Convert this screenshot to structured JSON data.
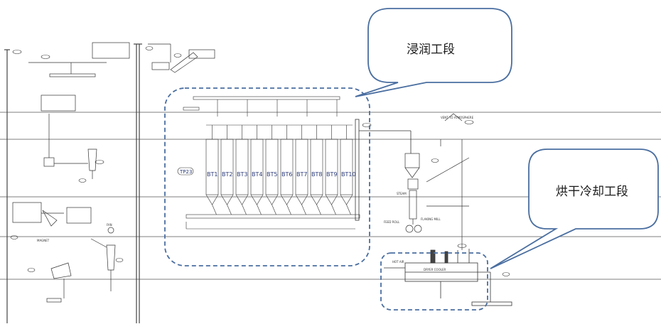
{
  "callouts": {
    "soaking": "浸润工段",
    "drying": "烘干冷却工段"
  },
  "labels": {
    "fan": "FAN",
    "steam": "STEAM",
    "bin_group": "TP23",
    "vent": "VENT TO ATMOSPHERE",
    "magnet": "MAGNET",
    "flaking": "FLAKING MILL",
    "feed": "FEED ROLL",
    "hot_air": "HOT AIR",
    "dryer": "DRYER COOLER"
  },
  "bins": [
    "BT1",
    "BT2",
    "BT3",
    "BT4",
    "BT5",
    "BT6",
    "BT7",
    "BT8",
    "BT9",
    "BT10"
  ],
  "colors": {
    "line": "#3a3a3a",
    "dash": "#4a6ea0",
    "bubble": "#4a6ea0",
    "text_blue": "#2a3a78"
  }
}
